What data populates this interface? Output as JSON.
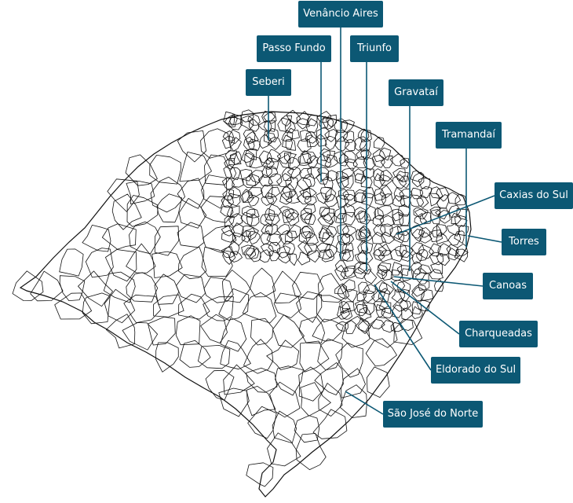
{
  "map": {
    "labels": [
      {
        "id": "venancio-aires",
        "text": "Venâncio Aires"
      },
      {
        "id": "passo-fundo",
        "text": "Passo Fundo"
      },
      {
        "id": "triunfo",
        "text": "Triunfo"
      },
      {
        "id": "seberi",
        "text": "Seberi"
      },
      {
        "id": "gravatai",
        "text": "Gravataí"
      },
      {
        "id": "tramandai",
        "text": "Tramandaí"
      },
      {
        "id": "caxias-do-sul",
        "text": "Caxias do Sul"
      },
      {
        "id": "torres",
        "text": "Torres"
      },
      {
        "id": "canoas",
        "text": "Canoas"
      },
      {
        "id": "charqueadas",
        "text": "Charqueadas"
      },
      {
        "id": "eldorado-do-sul",
        "text": "Eldorado do Sul"
      },
      {
        "id": "sao-jose-do-norte",
        "text": "São José do Norte"
      }
    ],
    "colors": {
      "label_bg": "#0c5874",
      "label_text": "#ffffff",
      "outline": "#111111",
      "leader": "#0c5874"
    }
  }
}
